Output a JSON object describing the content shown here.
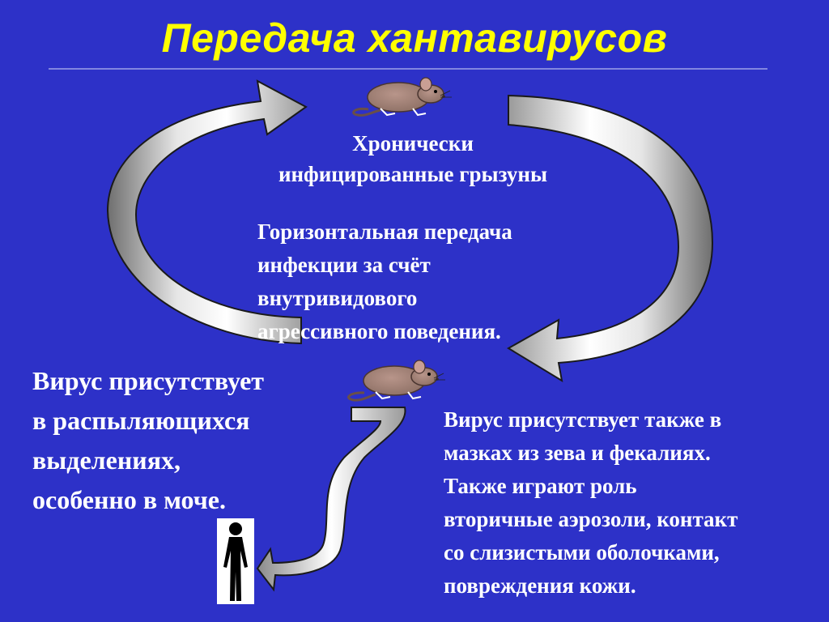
{
  "title": "Передача хантавирусов",
  "rodents_label": [
    "Хронически",
    "инфицированные грызуны"
  ],
  "horizontal_transmission": [
    "Горизонтальная передача",
    "инфекции за счёт",
    "внутривидового",
    "агрессивного поведения."
  ],
  "left_note": [
    "Вирус присутствует",
    "в распыляющихся",
    "выделениях,",
    "особенно в моче."
  ],
  "right_note": [
    "Вирус присутствует также в",
    "мазках из зева и фекалиях.",
    "Также играют роль",
    "вторичные аэрозоли, контакт",
    "со слизистыми оболочками,",
    "повреждения кожи."
  ],
  "icons": {
    "rodent_top": "mouse-icon",
    "rodent_bottom": "mouse-icon",
    "human": "person-icon"
  },
  "colors": {
    "background": "#2d31c8",
    "title": "#ffff00",
    "text": "#ffffff",
    "arrow": "#c8c8c8"
  }
}
